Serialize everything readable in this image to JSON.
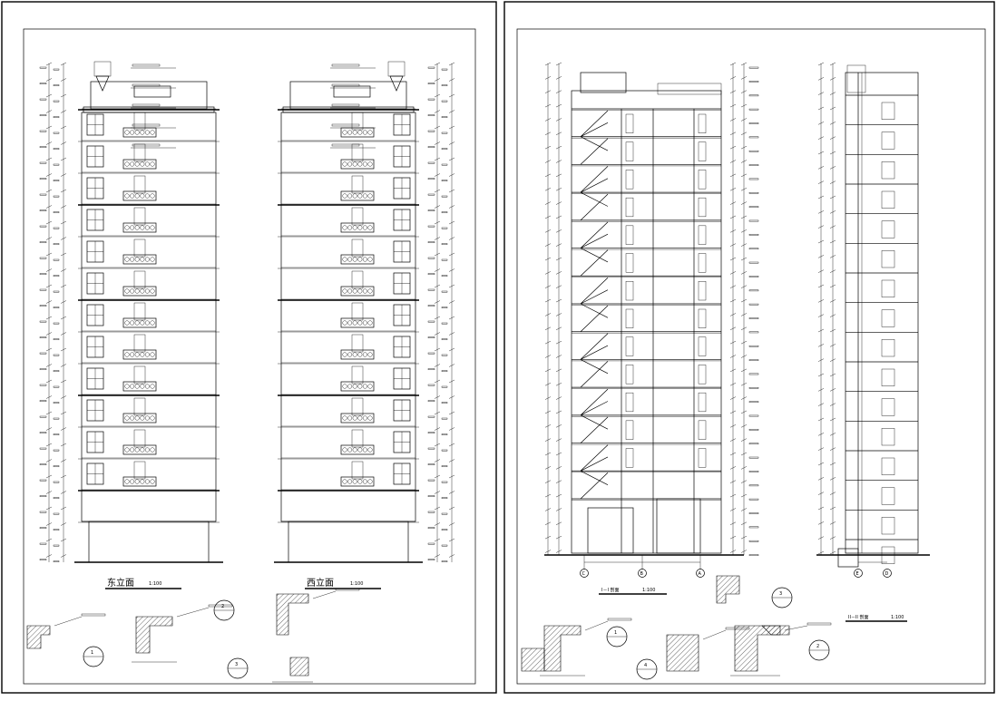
{
  "drawings": {
    "east_elevation": {
      "title": "东立面",
      "scale": "1:100"
    },
    "west_elevation": {
      "title": "西立面",
      "scale": "1:100"
    },
    "section_1": {
      "title": "I－I 剖面",
      "scale": "1:100"
    },
    "section_2": {
      "title": "II－II 剖面",
      "scale": "1:100"
    }
  },
  "axis_marks": [
    "C",
    "B",
    "A",
    "E",
    "D"
  ],
  "detail_numbers": [
    "1",
    "2",
    "3",
    "4",
    "1",
    "2",
    "3"
  ],
  "colors": {
    "line": "#000000",
    "paper": "#ffffff"
  }
}
